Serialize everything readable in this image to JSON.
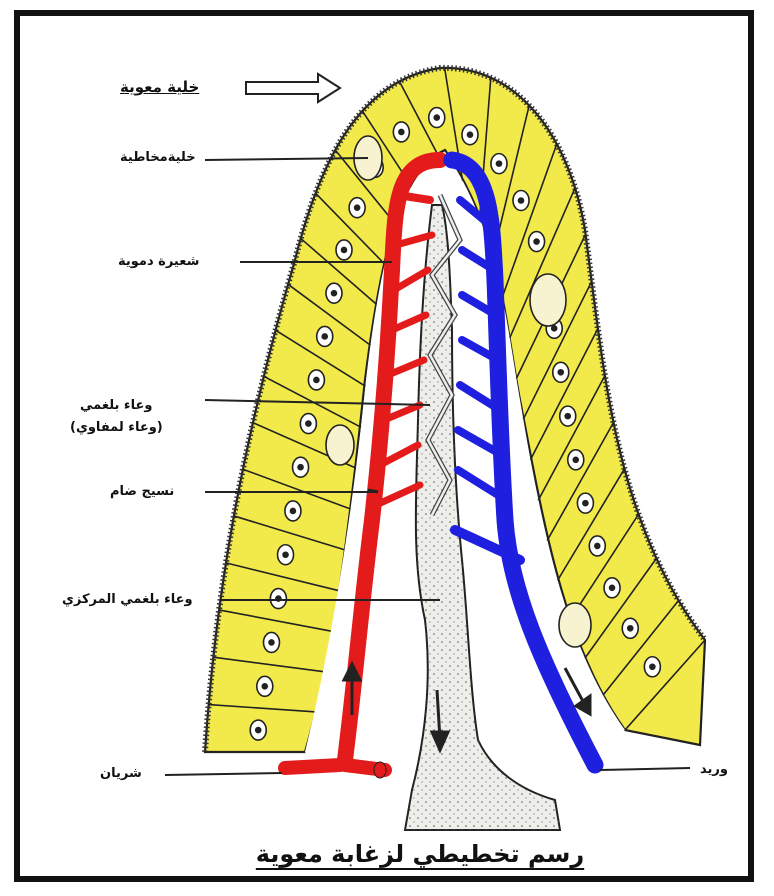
{
  "diagram": {
    "title": "رسم تخطيطي لزغابة معوية",
    "labels": {
      "intestinal_cell": "خلية معوية",
      "goblet_cell": "خليةمخاطية",
      "capillary": "شعيرة دموية",
      "lymph_vessel_1": "وعاء بلغمي",
      "lymph_vessel_2": "(وعاء لمفاوي)",
      "connective_tissue": "نسيج ضام",
      "central_lymph": "وعاء بلغمي المركزي",
      "artery": "شريان",
      "vein": "وريد"
    },
    "colors": {
      "epithelium": "#f2ea4a",
      "artery": "#e41b1b",
      "vein": "#1f1fe0",
      "lymph": "#eeeeea",
      "frame": "#111111"
    }
  }
}
